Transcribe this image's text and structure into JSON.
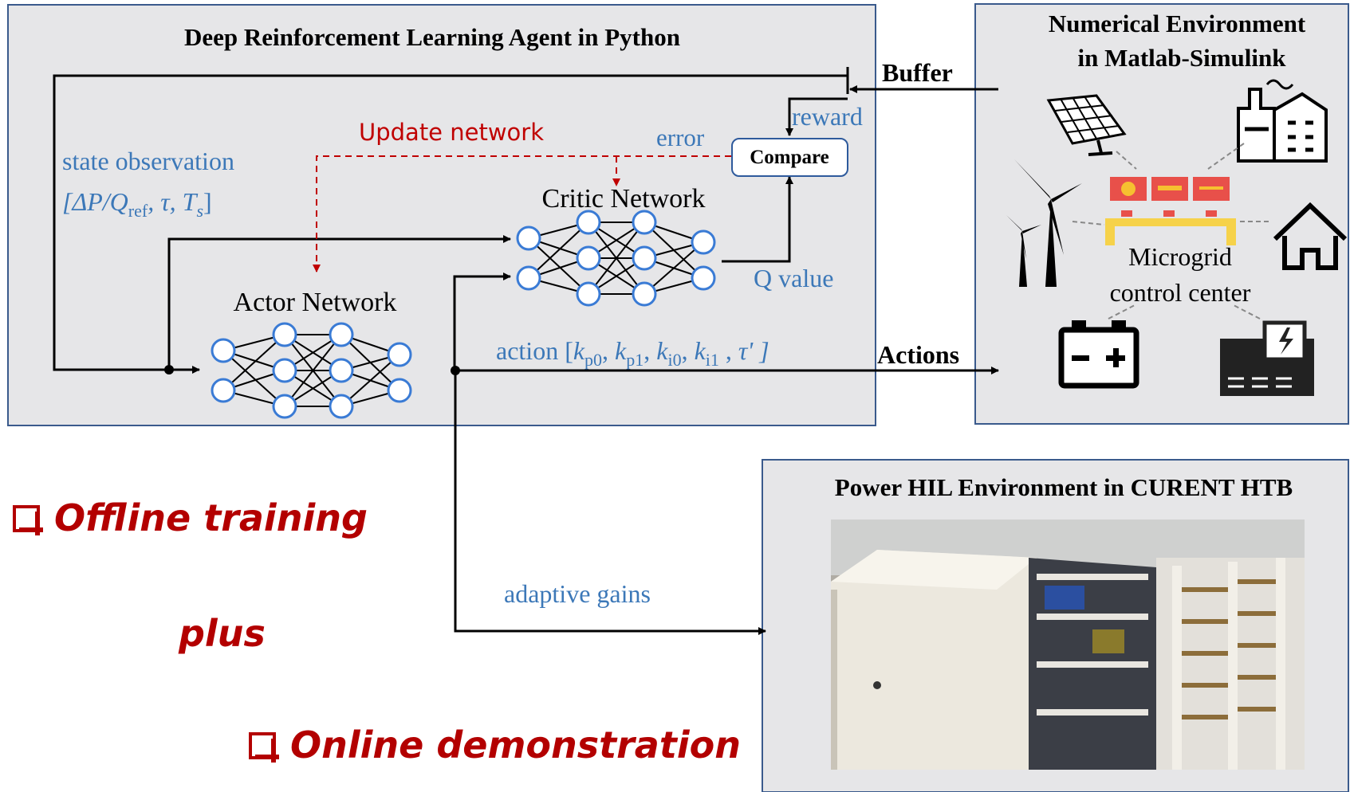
{
  "agent_box": {
    "title": "Deep Reinforcement Learning Agent in Python"
  },
  "env_box": {
    "title_line1": "Numerical Environment",
    "title_line2": "in Matlab-Simulink",
    "center_line1": "Microgrid",
    "center_line2": "control center"
  },
  "hil_box": {
    "title": "Power HIL Environment in CURENT HTB"
  },
  "labels": {
    "buffer": "Buffer",
    "reward": "reward",
    "error": "error",
    "update": "Update network",
    "state_line1": "state observation",
    "state_line2": "[ΔP/Q",
    "state_sub": "ref",
    "state_rest": ", τ, T",
    "state_sub2": "s",
    "state_close": "]",
    "compare": "Compare",
    "critic": "Critic Network",
    "actor": "Actor Network",
    "qvalue": "Q value",
    "action_prefix": "action  [",
    "action_vars": [
      "k",
      "k",
      "k",
      "k"
    ],
    "action_subs": [
      "p0",
      "p1",
      "i0",
      "i1"
    ],
    "action_tail": "τ' ]",
    "actions": "Actions",
    "adaptive": "adaptive gains"
  },
  "bullets": {
    "offline": "Offline training",
    "plus": "plus",
    "online": "Online demonstration"
  },
  "colors": {
    "blue_text": "#3c78b8",
    "red_accent": "#c00000",
    "node": "#3a7bd5",
    "box_bg": "#e6e6e8"
  },
  "icons": [
    "solar-panel-icon",
    "factory-icon",
    "wind-turbine-icon",
    "house-icon",
    "battery-icon",
    "generator-icon",
    "control-center-icon"
  ]
}
